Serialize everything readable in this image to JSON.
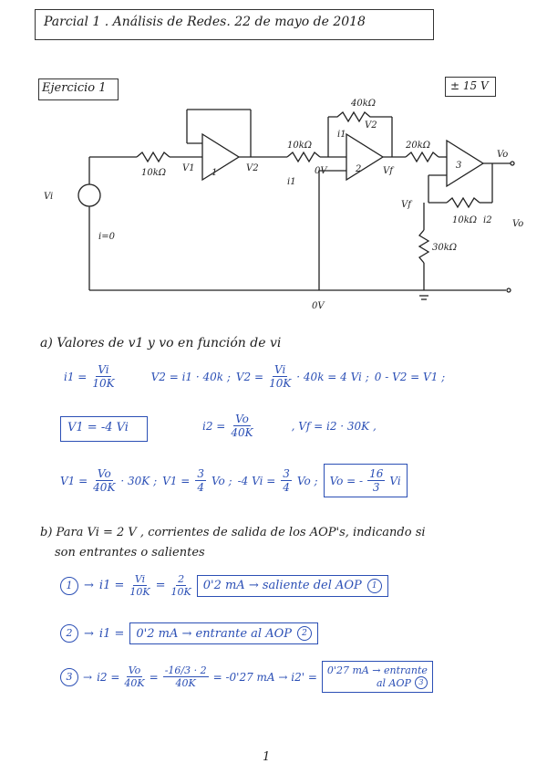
{
  "header": {
    "title": "Parcial 1 . Análisis de Redes. 22 de mayo de 2018"
  },
  "exercise": {
    "label": "Ejercicio 1",
    "supply": "± 15 V"
  },
  "circuit": {
    "labels": {
      "vi": "Vi",
      "i0": "i=0",
      "r1": "10kΩ",
      "v1": "V1",
      "op1": "1",
      "v2": "V2",
      "r2": "10kΩ",
      "i1a": "i1",
      "v0": "0V",
      "r3": "40kΩ",
      "v2b": "V2",
      "i1b": "i1",
      "op2": "2",
      "vf": "Vf",
      "r4": "20kΩ",
      "vo": "Vo",
      "op3": "3",
      "vfb": "Vf",
      "r5": "10kΩ",
      "i2": "i2",
      "r6": "30kΩ",
      "vo_out": "Vo",
      "gnd": "0V"
    }
  },
  "part_a": {
    "heading": "a) Valores de v1 y vo en función de vi",
    "line1": {
      "eq1_lhs": "i1 =",
      "eq1_num": "Vi",
      "eq1_den": "10K",
      "eq2": "V2 = i1 · 40k ;",
      "eq3_lhs": "V2 =",
      "eq3_num": "Vi",
      "eq3_den": "10K",
      "eq3_rhs": "· 40k = 4 Vi ;",
      "eq4": "0 - V2 = V1 ;"
    },
    "line2": {
      "boxed": "V1 = -4 Vi",
      "eq_lhs": "i2 =",
      "eq_num": "Vo",
      "eq_den": "40K",
      "eq_rhs": ", Vf = i2 · 30K ,"
    },
    "line3": {
      "lhs": "V1 =",
      "num1": "Vo",
      "den1": "40K",
      "mid1": "· 30K ;",
      "lhs2": "V1 =",
      "num2": "3",
      "den2": "4",
      "mid2": "Vo ;",
      "lhs3": "-4 Vi =",
      "num3": "3",
      "den3": "4",
      "mid3": "Vo ;",
      "boxed_lhs": "Vo = -",
      "boxed_num": "16",
      "boxed_den": "3",
      "boxed_rhs": "Vi"
    }
  },
  "part_b": {
    "heading_1": "b) Para Vi = 2 V , corrientes de salida de los AOP's, indicando si",
    "heading_2": "son entrantes o salientes",
    "row1": {
      "circle": "1",
      "arrow": "→",
      "lhs": "i1 =",
      "num1": "Vi",
      "den1": "10K",
      "eq": "=",
      "num2": "2",
      "den2": "10K",
      "boxed": "0'2 mA → saliente del AOP",
      "circ_end": "1"
    },
    "row2": {
      "circle": "2",
      "arrow": "→",
      "lhs": "i1 =",
      "boxed": "0'2 mA → entrante al AOP",
      "circ_end": "2"
    },
    "row3": {
      "circle": "3",
      "arrow": "→",
      "lhs": "i2 =",
      "num1": "Vo",
      "den1": "40K",
      "eq1": "=",
      "num2": "-16/3 · 2",
      "den2": "40K",
      "rest": "= -0'27 mA → i2' =",
      "boxed_1": "0'27 mA → entrante",
      "boxed_2": "al AOP",
      "circ_end": "3"
    }
  },
  "footer": {
    "page": "1"
  }
}
